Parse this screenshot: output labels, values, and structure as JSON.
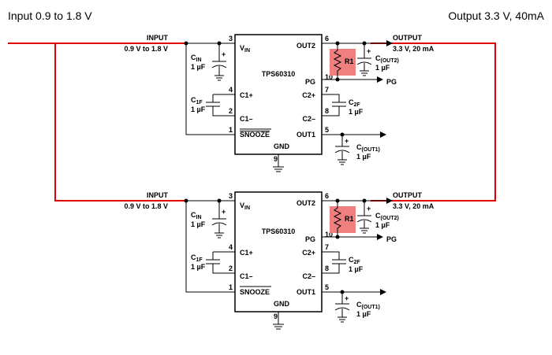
{
  "header": {
    "left_label": "Input 0.9 to 1.8 V",
    "right_label": "Output 3.3 V, 40mA"
  },
  "colors": {
    "rail": "#e00000",
    "resistor_highlight": "#f08080",
    "wire": "#000000"
  },
  "circuits": [
    {
      "chip_name": "TPS60310",
      "input_label": "INPUT",
      "input_range": "0.9 V to 1.8 V",
      "output_label": "OUTPUT",
      "output_spec": "3.3 V, 20 mA",
      "pins": {
        "vin": "V",
        "vin_sub": "IN",
        "c1p": "C1+",
        "c1m": "C1–",
        "snooze": "SNOOZE",
        "gnd": "GND",
        "out2": "OUT2",
        "pg": "PG",
        "c2p": "C2+",
        "c2m": "C2–",
        "out1": "OUT1"
      },
      "pin_numbers": {
        "vin": "3",
        "c1p": "4",
        "c1m": "2",
        "snooze": "1",
        "gnd": "9",
        "out2": "6",
        "pg_num": "10",
        "c2p": "7",
        "c2m": "8",
        "out1": "5"
      },
      "pg_label": "PG",
      "resistor": "R1",
      "capacitors": {
        "cin": {
          "main": "C",
          "sub": "IN",
          "value": "1 µF"
        },
        "c1f": {
          "main": "C",
          "sub": "1F",
          "value": "1 µF"
        },
        "c2f": {
          "main": "C",
          "sub": "2F",
          "value": "1 µF"
        },
        "cout2": {
          "main": "C",
          "sub": "(OUT2)",
          "value": "1 µF"
        },
        "cout1": {
          "main": "C",
          "sub": "(OUT1)",
          "value": "1 µF"
        }
      }
    },
    {
      "chip_name": "TPS60310",
      "input_label": "INPUT",
      "input_range": "0.9 V to 1.8 V",
      "output_label": "OUTPUT",
      "output_spec": "3.3 V, 20 mA",
      "pins": {
        "vin": "V",
        "vin_sub": "IN",
        "c1p": "C1+",
        "c1m": "C1–",
        "snooze": "SNOOZE",
        "gnd": "GND",
        "out2": "OUT2",
        "pg": "PG",
        "c2p": "C2+",
        "c2m": "C2–",
        "out1": "OUT1"
      },
      "pin_numbers": {
        "vin": "3",
        "c1p": "4",
        "c1m": "2",
        "snooze": "1",
        "gnd": "9",
        "out2": "6",
        "pg_num": "10",
        "c2p": "7",
        "c2m": "8",
        "out1": "5"
      },
      "pg_label": "PG",
      "resistor": "R1",
      "capacitors": {
        "cin": {
          "main": "C",
          "sub": "IN",
          "value": "1 µF"
        },
        "c1f": {
          "main": "C",
          "sub": "1F",
          "value": "1 µF"
        },
        "c2f": {
          "main": "C",
          "sub": "2F",
          "value": "1 µF"
        },
        "cout2": {
          "main": "C",
          "sub": "(OUT2)",
          "value": "1 µF"
        },
        "cout1": {
          "main": "C",
          "sub": "(OUT1)",
          "value": "1 µF"
        }
      }
    }
  ]
}
